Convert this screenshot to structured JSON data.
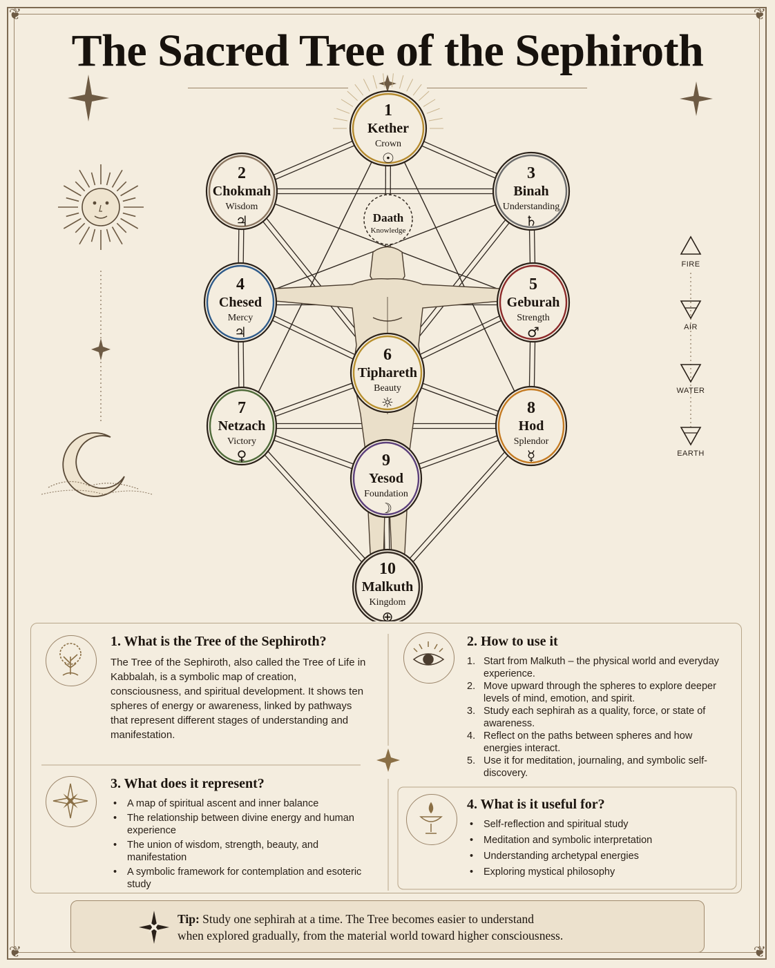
{
  "title": "The Sacred Tree of the Sephiroth",
  "sephiroth": [
    {
      "number": "1",
      "name": "Kether",
      "meaning": "Crown",
      "symbol": "☉",
      "color": "#b58a2e"
    },
    {
      "number": "2",
      "name": "Chokmah",
      "meaning": "Wisdom",
      "symbol": "♃",
      "color": "#8a7560"
    },
    {
      "number": "3",
      "name": "Binah",
      "meaning": "Understanding",
      "symbol": "♄",
      "color": "#6b6b6b"
    },
    {
      "number": "4",
      "name": "Chesed",
      "meaning": "Mercy",
      "symbol": "♃",
      "color": "#2f5b8a"
    },
    {
      "number": "5",
      "name": "Geburah",
      "meaning": "Strength",
      "symbol": "♂",
      "color": "#8c2a2a"
    },
    {
      "number": "6",
      "name": "Tiphareth",
      "meaning": "Beauty",
      "symbol": "☼",
      "color": "#b8902e"
    },
    {
      "number": "7",
      "name": "Netzach",
      "meaning": "Victory",
      "symbol": "♀",
      "color": "#4f6b3a"
    },
    {
      "number": "8",
      "name": "Hod",
      "meaning": "Splendor",
      "symbol": "☿",
      "color": "#c47a22"
    },
    {
      "number": "9",
      "name": "Yesod",
      "meaning": "Foundation",
      "symbol": "☽",
      "color": "#5b3f7a"
    },
    {
      "number": "10",
      "name": "Malkuth",
      "meaning": "Kingdom",
      "symbol": "⊕",
      "color": "#3a3028"
    }
  ],
  "daath": {
    "name": "Daath",
    "meaning": "Knowledge"
  },
  "elements": [
    {
      "label": "FIRE",
      "icon": "fire-triangle-icon"
    },
    {
      "label": "AIR",
      "icon": "air-triangle-icon"
    },
    {
      "label": "WATER",
      "icon": "water-triangle-icon"
    },
    {
      "label": "EARTH",
      "icon": "earth-triangle-icon"
    }
  ],
  "sections": {
    "what_is": {
      "heading": "1. What is the Tree of the Sephiroth?",
      "body": "The Tree of the Sephiroth, also called the Tree of Life in Kabbalah, is a symbolic map of creation, consciousness, and spiritual development. It shows ten spheres of energy or awareness, linked by pathways that represent different stages of understanding and manifestation."
    },
    "how_to_use": {
      "heading": "2. How to use it",
      "steps": [
        {
          "n": "1.",
          "text": "Start from Malkuth – the physical world and everyday experience."
        },
        {
          "n": "2.",
          "text": "Move upward through the spheres to explore deeper levels of mind, emotion, and spirit."
        },
        {
          "n": "3.",
          "text": "Study each sephirah as a quality, force, or state of awareness."
        },
        {
          "n": "4.",
          "text": "Reflect on the paths between spheres and how energies interact."
        },
        {
          "n": "5.",
          "text": "Use it for meditation, journaling, and symbolic self-discovery."
        }
      ]
    },
    "represent": {
      "heading": "3. What does it represent?",
      "items": [
        "A map of spiritual ascent and inner balance",
        "The relationship between divine energy and human experience",
        "The union of wisdom, strength, beauty, and manifestation",
        "A symbolic framework for contemplation and esoteric study"
      ]
    },
    "useful": {
      "heading": "4. What is it useful for?",
      "items": [
        "Self-reflection and spiritual study",
        "Meditation and symbolic interpretation",
        "Understanding archetypal energies",
        "Exploring mystical philosophy"
      ]
    }
  },
  "tip": {
    "label": "Tip:",
    "line1": "Study one sephirah at a time. The Tree becomes easier to understand",
    "line2": "when explored gradually, from the material world toward higher consciousness."
  },
  "colors": {
    "ink": "#1c150f",
    "line": "#3a2f25",
    "parchment": "#f4eddf",
    "gold": "#9a7a45"
  }
}
